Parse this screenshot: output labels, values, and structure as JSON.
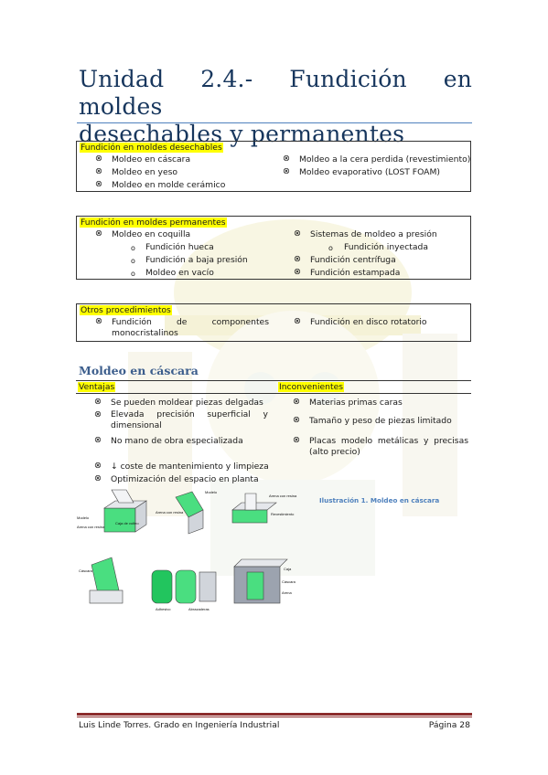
{
  "page": {
    "title_line1": "Unidad 2.4.- Fundición en moldes",
    "title_line2": "desechables y permanentes"
  },
  "box1": {
    "heading": "Fundición en moldes desechables",
    "left": [
      "Moldeo en cáscara",
      "Moldeo en yeso",
      "Moldeo en molde cerámico"
    ],
    "right": [
      "Moldeo a la cera perdida (revestimiento)",
      "Moldeo evaporativo (LOST FOAM)"
    ]
  },
  "box2": {
    "heading": "Fundición en moldes permanentes",
    "left_main": "Moldeo en coquilla",
    "left_sub": [
      "Fundición hueca",
      "Fundición a baja presión",
      "Moldeo en vacío"
    ],
    "right_main": "Sistemas de moldeo a presión",
    "right_sub": "Fundición inyectada",
    "right_items": [
      "Fundición centrífuga",
      "Fundición estampada"
    ]
  },
  "box3": {
    "heading": "Otros procedimientos",
    "left_line1": "Fundición de componentes",
    "left_line2": "monocristalinos",
    "right": "Fundición en disco rotatorio"
  },
  "section": {
    "heading": "Moldeo en cáscara",
    "col_left": "Ventajas",
    "col_right": "Inconvenientes",
    "ventajas": {
      "v1": "Se pueden moldear piezas delgadas",
      "v2_line1": "Elevada precisión superficial y",
      "v2_line2": "dimensional",
      "v3": "No mano de obra especializada",
      "v4": "↓ coste de mantenimiento y limpieza",
      "v5": "Optimización del espacio en planta"
    },
    "inconvenientes": {
      "i1": "Materias primas caras",
      "i2": "Tamaño y peso de piezas limitado",
      "i3_line1": "Placas modelo metálicas y precisas",
      "i3_line2": "(alto precio)"
    }
  },
  "illustration": {
    "caption": "Ilustración 1. Moldeo en cáscara",
    "labels": {
      "modelo": "Modelo",
      "arena_resina": "Arena con resina",
      "caja_volteo": "Caja de volteo",
      "arena_resina2": "Arena con resina",
      "modelo2": "Modelo",
      "arena_resina3": "Arena con resina",
      "revestimiento": "Revestimiento",
      "cascara": "Cáscara",
      "adhesivo": "Adhesivo",
      "abrazaderas": "Abrazaderas",
      "caja": "Caja",
      "cascara2": "Cáscara",
      "arena": "Arena"
    }
  },
  "symbols": {
    "bullet": "⊗",
    "sub_bullet": "o"
  },
  "footer": {
    "left": "Luis Linde Torres. Grado en Ingeniería Industrial",
    "right": "Página 28"
  },
  "colors": {
    "title": "#17365d",
    "highlight": "#ffff00",
    "section": "#3b5d8c",
    "footer_rule": "#8b2b2b",
    "illus_green": "#22c55e"
  }
}
